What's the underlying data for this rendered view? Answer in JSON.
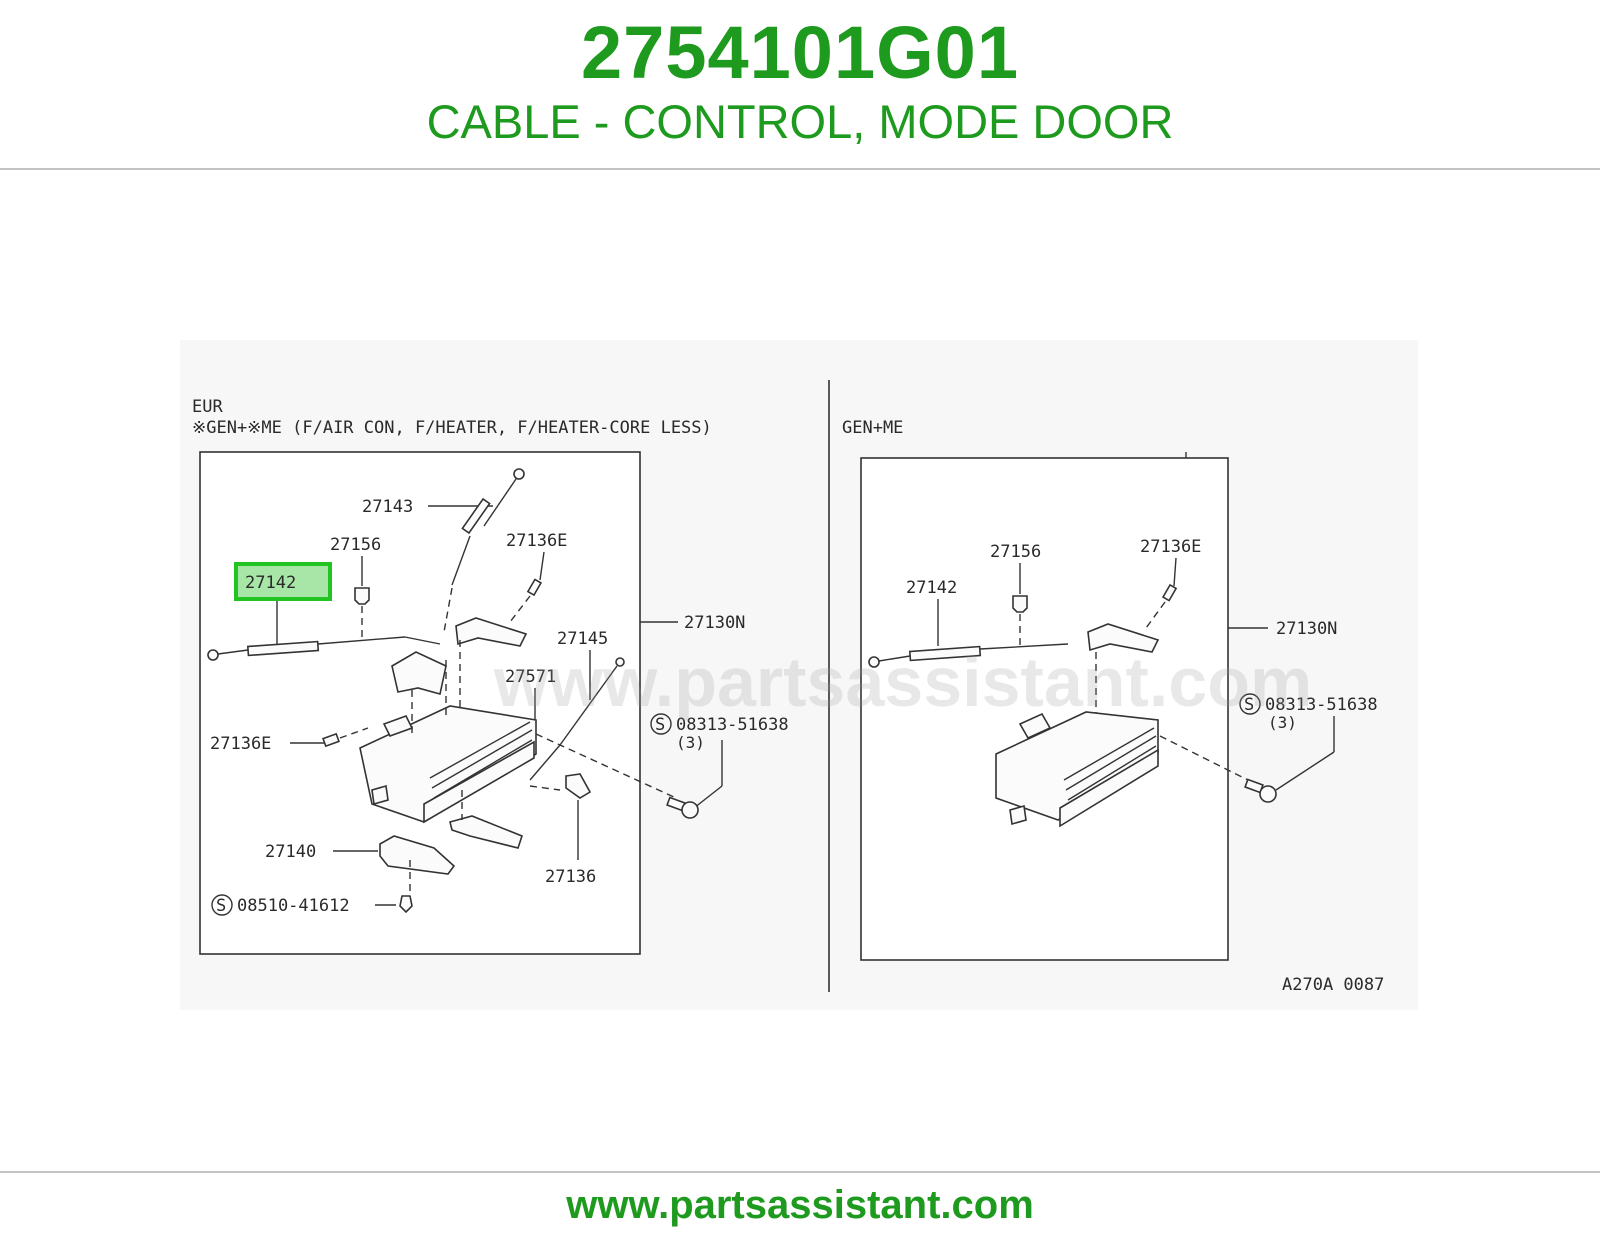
{
  "header": {
    "part_number": "2754101G01",
    "part_name": "CABLE - CONTROL, MODE DOOR"
  },
  "diagram": {
    "left_panel": {
      "region": "EUR",
      "spec": "※GEN+※ME (F/AIR CON, F/HEATER, F/HEATER-CORE LESS)",
      "labels": {
        "p27143": "27143",
        "p27156": "27156",
        "p27136e_top": "27136E",
        "p27142": "27142",
        "p27130n": "27130N",
        "p27145": "27145",
        "p27571": "27571",
        "p27136e_left": "27136E",
        "p08313": "08313-51638",
        "p08313_qty": "(3)",
        "p27140": "27140",
        "p27136": "27136",
        "p08510": "08510-41612"
      }
    },
    "right_panel": {
      "spec": "GEN+ME",
      "labels": {
        "p27156": "27156",
        "p27136e": "27136E",
        "p27142": "27142",
        "p27130n": "27130N",
        "p08313": "08313-51638",
        "p08313_qty": "(3)"
      }
    },
    "screw_symbol": "S",
    "diagram_code": "A270A 0087",
    "watermark": "www.partsassistant.com",
    "highlight_color": "#22c422"
  },
  "footer": {
    "url": "www.partsassistant.com"
  },
  "colors": {
    "brand_green": "#1e9a1e",
    "rule_gray": "#c4c4c4"
  }
}
